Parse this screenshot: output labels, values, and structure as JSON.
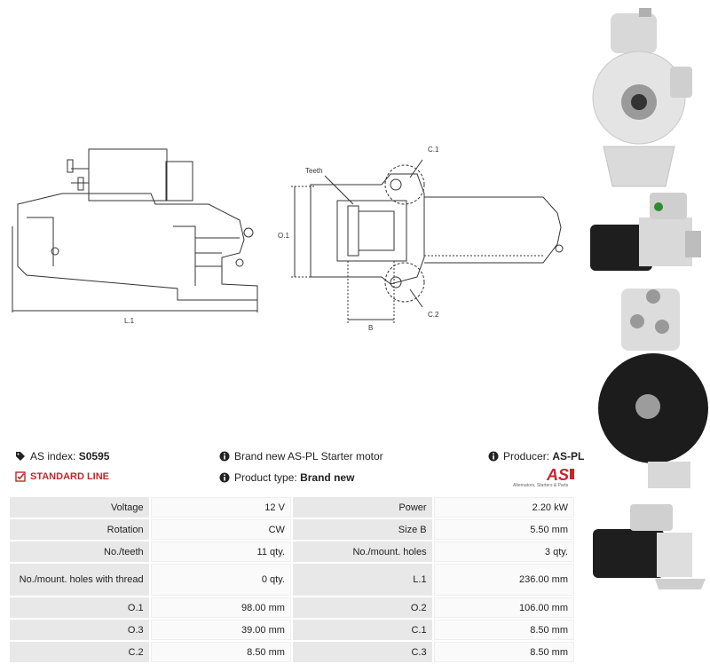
{
  "diagram": {
    "labels": {
      "l1": "L.1",
      "o1": "O.1",
      "teeth": "Teeth",
      "c1": "C.1",
      "c2": "C.2",
      "b": "B"
    }
  },
  "info": {
    "as_index_label": "AS index:",
    "as_index_value": "S0595",
    "line": "STANDARD LINE",
    "description": "Brand new AS-PL Starter motor",
    "product_type_label": "Product type:",
    "product_type_value": "Brand new",
    "producer_label": "Producer:",
    "producer_value": "AS-PL"
  },
  "logo": {
    "text": "AS",
    "tagline": "Alternators, Starters & Parts",
    "color": "#d0202a"
  },
  "specs": [
    [
      {
        "l": "Voltage",
        "v": "12 V"
      },
      {
        "l": "Power",
        "v": "2.20 kW"
      }
    ],
    [
      {
        "l": "Rotation",
        "v": "CW"
      },
      {
        "l": "Size B",
        "v": "5.50 mm"
      }
    ],
    [
      {
        "l": "No./teeth",
        "v": "11 qty."
      },
      {
        "l": "No./mount. holes",
        "v": "3 qty."
      }
    ],
    [
      {
        "l": "No./mount. holes with thread",
        "v": "0 qty."
      },
      {
        "l": "L.1",
        "v": "236.00 mm"
      }
    ],
    [
      {
        "l": "O.1",
        "v": "98.00 mm"
      },
      {
        "l": "O.2",
        "v": "106.00 mm"
      }
    ],
    [
      {
        "l": "O.3",
        "v": "39.00 mm"
      },
      {
        "l": "C.1",
        "v": "8.50 mm"
      }
    ],
    [
      {
        "l": "C.2",
        "v": "8.50 mm"
      },
      {
        "l": "C.3",
        "v": "8.50 mm"
      }
    ]
  ]
}
